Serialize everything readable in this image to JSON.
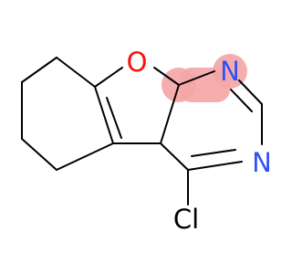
{
  "molecule": {
    "colors": {
      "bond": "#000000",
      "oxygen": "#ff0d0d",
      "nitrogen": "#3050f8",
      "chlorine": "#000000",
      "highlight": "#f4a6a6"
    },
    "atoms": {
      "oxygen": "O",
      "nitrogen_top": "N",
      "nitrogen_right": "N",
      "chlorine": "Cl"
    }
  }
}
